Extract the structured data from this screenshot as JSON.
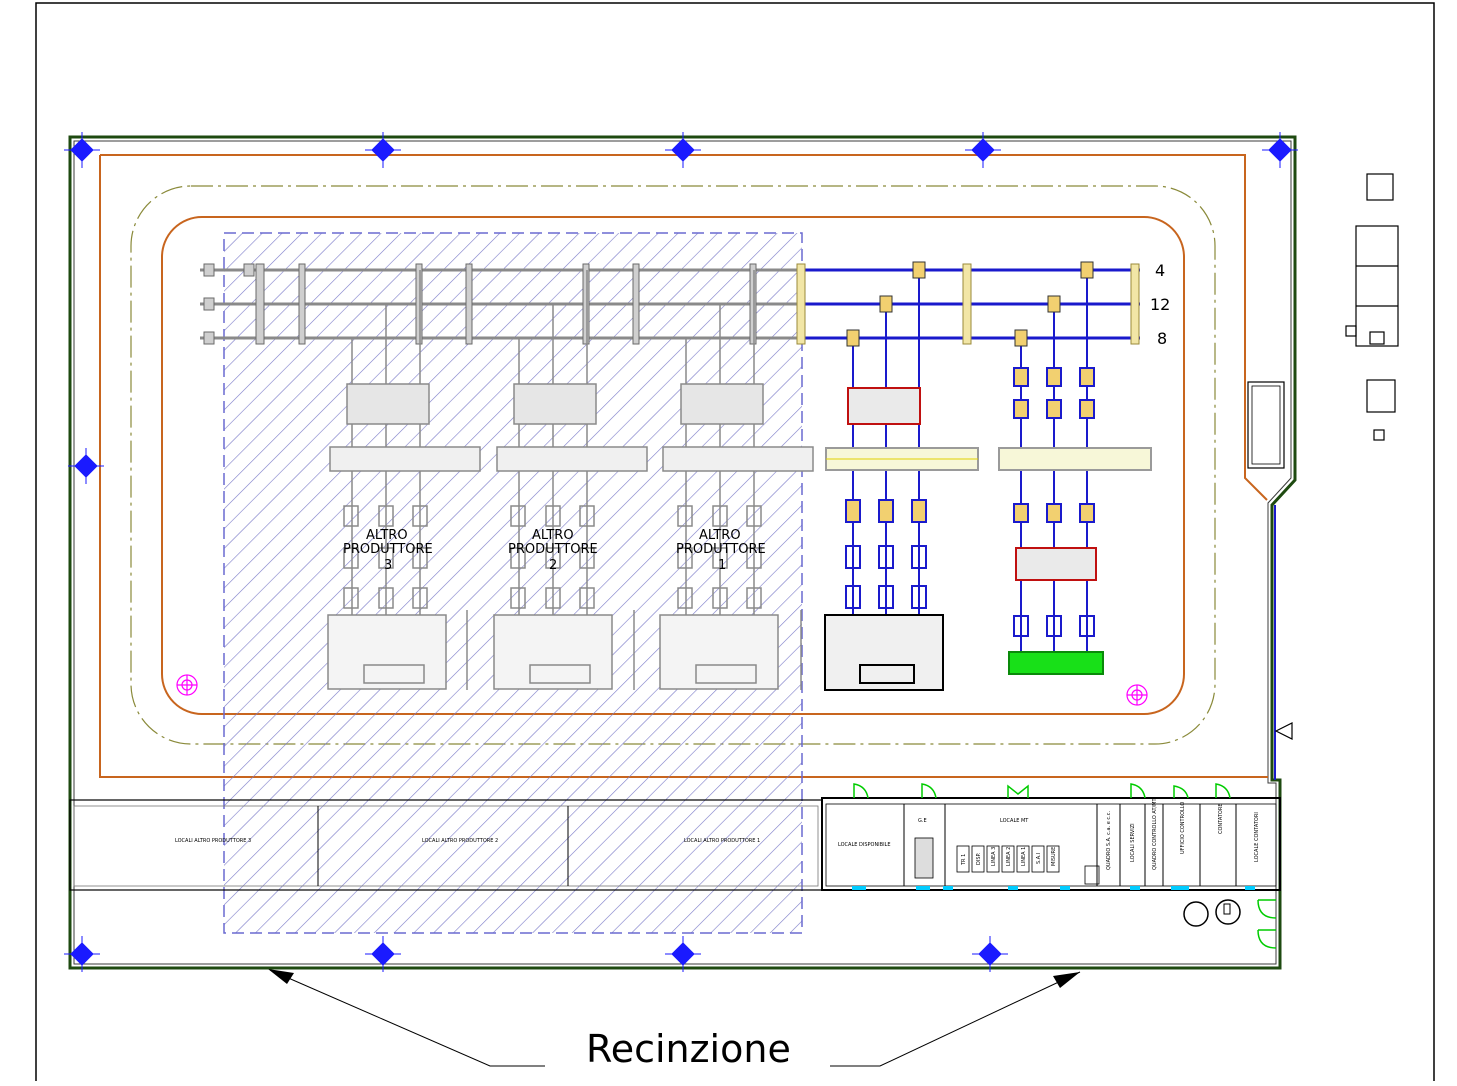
{
  "busbars": {
    "row_4": "4",
    "row_12": "12",
    "row_8": "8"
  },
  "producers": [
    {
      "line1": "ALTRO",
      "line2": "PRODUTTORE",
      "num": "3"
    },
    {
      "line1": "ALTRO",
      "line2": "PRODUTTORE",
      "num": "2"
    },
    {
      "line1": "ALTRO",
      "line2": "PRODUTTORE",
      "num": "1"
    }
  ],
  "rooms": {
    "altro3": "LOCALI ALTRO PRODUTTORE 3",
    "altro2": "LOCALI ALTRO PRODUTTORE 2",
    "altro1": "LOCALI ALTRO PRODUTTORE 1",
    "disponibile": "LOCALE DISPONIBILE",
    "ge": "G.E",
    "mt": "LOCALE MT",
    "mt_cells": [
      "TR 1",
      "DISP.",
      "LINEA 3",
      "LINEA 2",
      "LINEA 1",
      "S.A.I",
      "MISURE"
    ],
    "quadro_sa": "QUADRO S.A. c.a. e c.c.",
    "locali_servizi": "LOCALI SERVIZI",
    "quadro_controllo": "QUADRO CONTROLLO AT/MT",
    "ufficio": "UFFICIO CONTROLLO",
    "contatori": "LOCALE CONTATORI",
    "contatore": "CONTATORE"
  },
  "callout": {
    "label": "Recinzione"
  },
  "colors": {
    "fence": "#2a5a1a",
    "road_edge": "#c8651e",
    "dashdot": "#8a8a3a",
    "hatch": "#7a7ac8",
    "busbar": "#1a1acc",
    "light_pole": "#1a1aff",
    "equipment": "#8a8a8a",
    "green_door": "#00cc00"
  }
}
